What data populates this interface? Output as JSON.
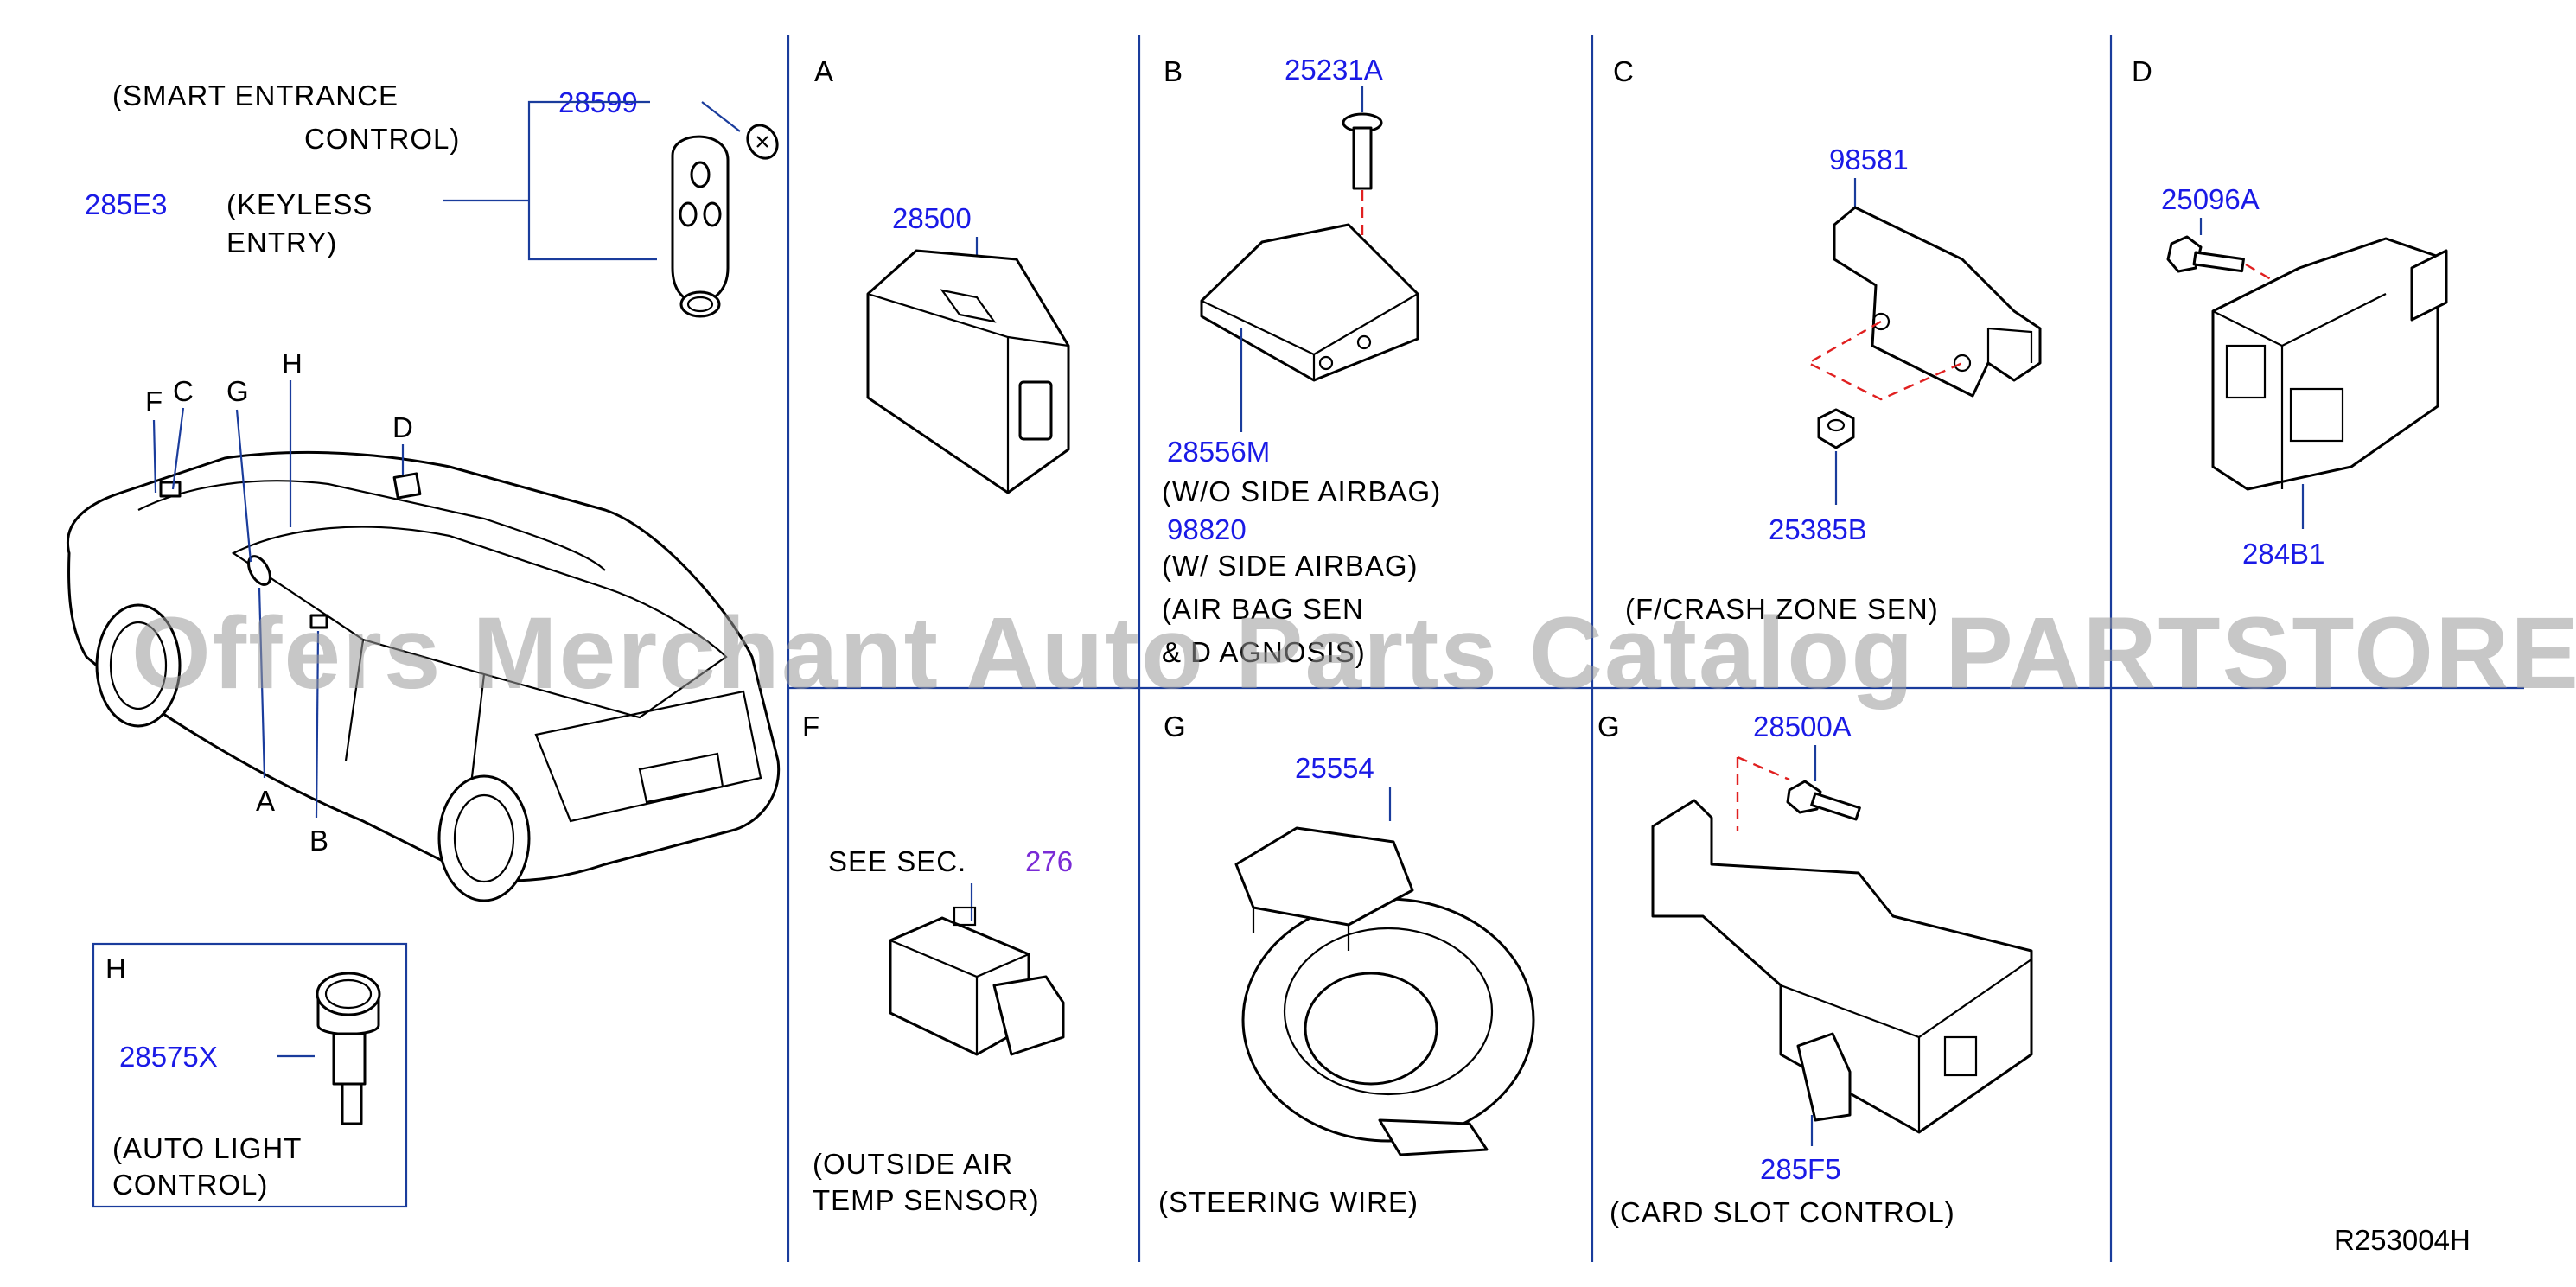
{
  "sections": {
    "main": {
      "smart_entrance_1": "(SMART  ENTRANCE",
      "smart_entrance_2": "CONTROL)",
      "part_28599": "28599",
      "part_285E3": "285E3",
      "keyless_1": "(KEYLESS",
      "keyless_2": "ENTRY)",
      "car_labels": {
        "F": "F",
        "C": "C",
        "G": "G",
        "H": "H",
        "D": "D",
        "A": "A",
        "B": "B"
      }
    },
    "H": {
      "letter": "H",
      "part": "28575X",
      "caption_1": "(AUTO  LIGHT",
      "caption_2": "CONTROL)"
    },
    "A": {
      "letter": "A",
      "part": "28500"
    },
    "B": {
      "letter": "B",
      "part_top": "25231A",
      "part_1": "28556M",
      "note_1": "(W/O  SIDE  AIRBAG)",
      "part_2": "98820",
      "note_2": "(W/  SIDE  AIRBAG)",
      "caption_1": "(AIR  BAG  SEN",
      "caption_2": "&  D  AGNOSIS)"
    },
    "C": {
      "letter": "C",
      "part_top": "98581",
      "part_bottom": "25385B",
      "caption": "(F/CRASH  ZONE  SEN)"
    },
    "D": {
      "letter": "D",
      "part_top": "25096A",
      "part_bottom": "284B1"
    },
    "F": {
      "letter": "F",
      "see_sec": "SEE  SEC.",
      "sec_ref": "276",
      "caption_1": "(OUTSIDE  AIR",
      "caption_2": "TEMP  SENSOR)"
    },
    "G1": {
      "letter": "G",
      "part": "25554",
      "caption": "(STEERING  WIRE)"
    },
    "G2": {
      "letter": "G",
      "part_top": "28500A",
      "part_bottom": "285F5",
      "caption": "(CARD  SLOT  CONTROL)"
    }
  },
  "watermark": "Offers Merchant Auto Parts Catalog PARTSTORE.SA",
  "diagram_ref": "R253004H",
  "colors": {
    "part_number": "#1a1ae6",
    "section_ref": "#7a2bd6",
    "leader": "#1a3c9c",
    "dashed": "#e02020",
    "watermark": "#9a9a9a"
  }
}
